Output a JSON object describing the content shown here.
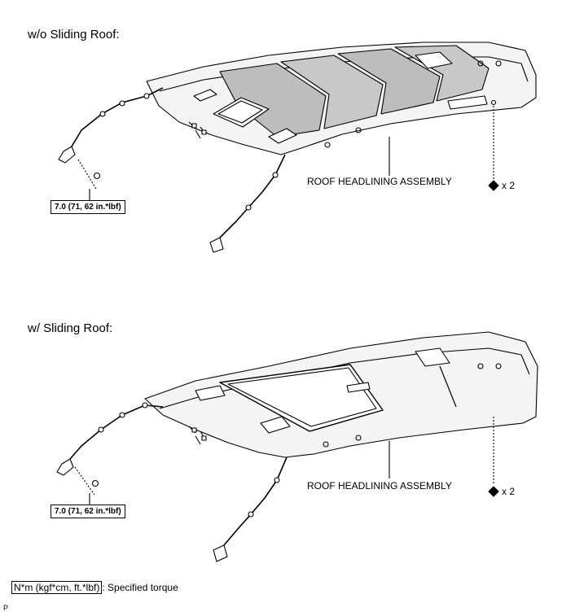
{
  "sections": [
    {
      "heading": "w/o Sliding Roof:",
      "part_label": "ROOF HEADLINING ASSEMBLY",
      "torque": "7.0 (71, 62 in.*lbf)",
      "clip_count": "x 2"
    },
    {
      "heading": "w/ Sliding Roof:",
      "part_label": "ROOF HEADLINING ASSEMBLY",
      "torque": "7.0 (71, 62 in.*lbf)",
      "clip_count": "x 2"
    }
  ],
  "legend": {
    "unit_box": "N*m (kgf*cm, ft.*lbf)",
    "description": ": Specified torque"
  },
  "corner_mark": "P"
}
